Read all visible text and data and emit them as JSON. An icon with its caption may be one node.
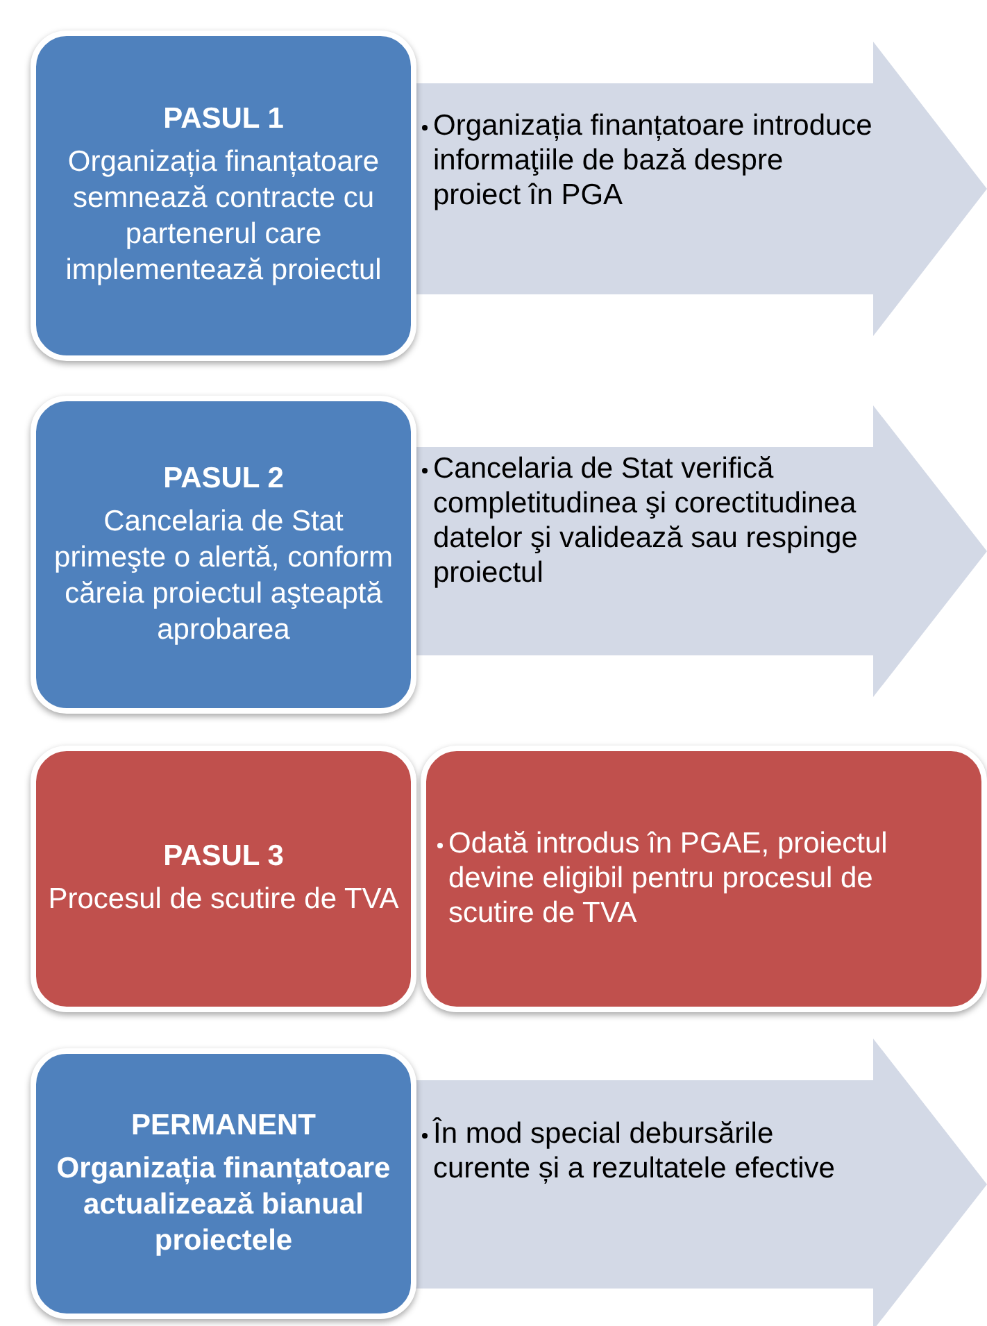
{
  "diagram": {
    "nodes": [
      {
        "text": [
          "PASUL 1",
          "Organizația finanțatoare semnează contracte cu partenerul care implementează proiectul"
        ]
      },
      {
        "text": [
          "Organizația finanțatoare introduce informaţiile de bază despre proiect în PGA"
        ]
      },
      {
        "text": [
          "PASUL 2",
          "Cancelaria de Stat primeşte o alertă, conform căreia proiectul aşteaptă aprobarea"
        ]
      },
      {
        "text": [
          "Cancelaria de Stat verifică completitudinea şi corectitudinea datelor şi validează sau respinge proiectul"
        ]
      },
      {
        "text": [
          "PASUL 3",
          "Procesul de scutire de TVA"
        ]
      },
      {
        "text": [
          "Odată introdus în PGAE, proiectul devine eligibil pentru procesul de scutire de TVA"
        ]
      },
      {
        "text": [
          "PERMANENT",
          "Organizația finanțatoare actualizează bianual proiectele"
        ]
      },
      {
        "text": [
          "În mod special debursările curente și a rezultatele efective"
        ]
      }
    ]
  }
}
